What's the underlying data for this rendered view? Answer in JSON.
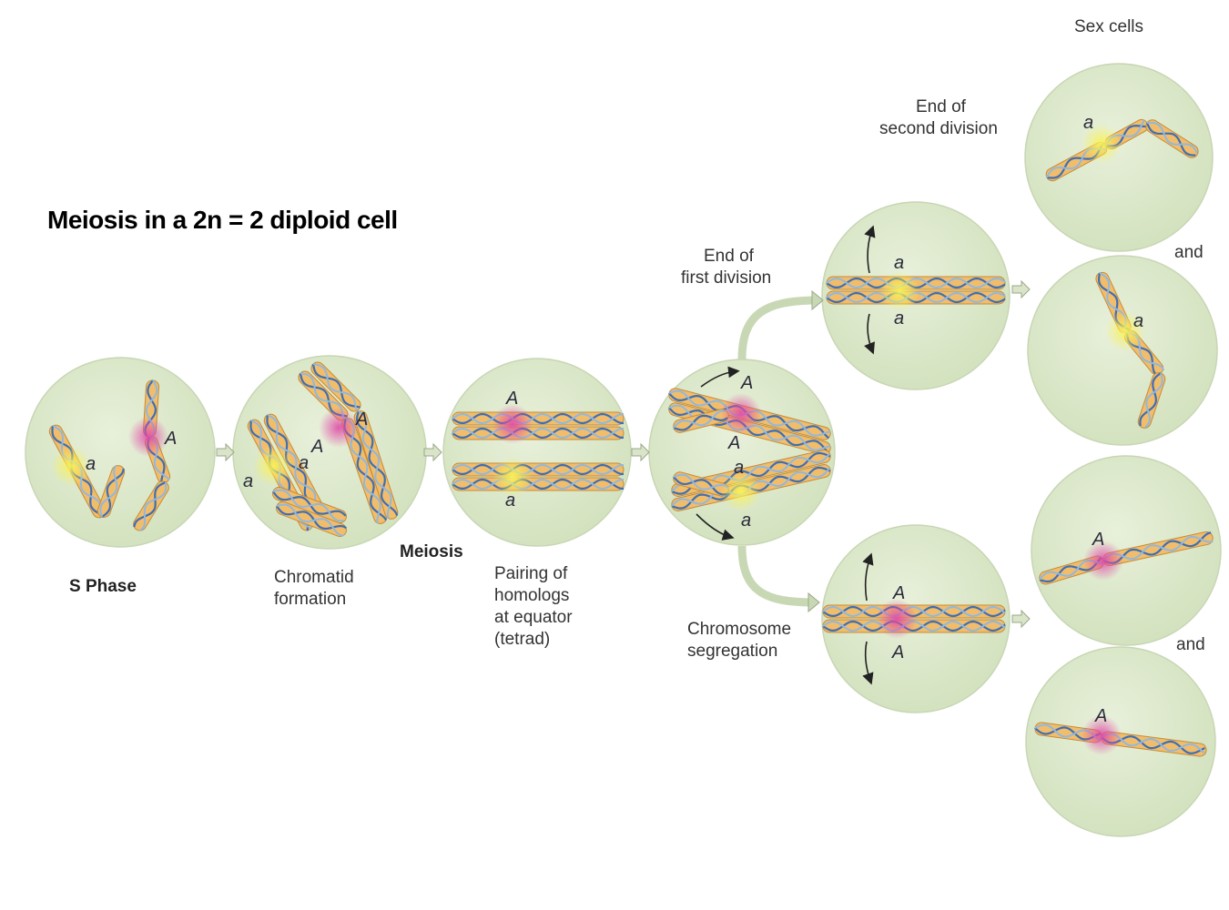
{
  "title": "Meiosis in a 2n = 2 diploid cell",
  "labels": {
    "sex_cells": "Sex cells",
    "end_second_1": "End of",
    "end_second_2": "second division",
    "end_first_1": "End of",
    "end_first_2": "first division",
    "and_top": "and",
    "and_bottom": "and",
    "s_phase": "S Phase",
    "chromatid_1": "Chromatid",
    "chromatid_2": "formation",
    "meiosis": "Meiosis",
    "pairing_1": "Pairing of",
    "pairing_2": "homologs",
    "pairing_3": "at equator",
    "pairing_4": "(tetrad)",
    "segregation_1": "Chromosome",
    "segregation_2": "segregation"
  },
  "alleles": {
    "recessive": "a",
    "dominant": "A"
  },
  "colors": {
    "cell": "#dfe9cf",
    "chromosome": "#f2bd6a",
    "dna": "#3d6fb5",
    "allele_a_glow": "#f5f060",
    "allele_A_glow": "#e060b0"
  }
}
